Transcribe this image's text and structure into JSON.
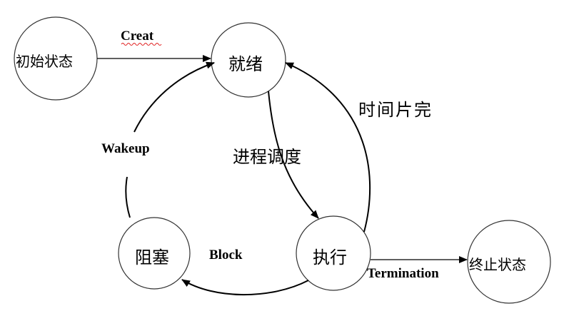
{
  "states": {
    "initial": "初始状态",
    "ready": "就绪",
    "blocked": "阻塞",
    "running": "执行",
    "terminated": "终止状态"
  },
  "transitions": {
    "create": "Creat",
    "schedule": "进程调度",
    "timeslice": "时间片完",
    "wakeup": "Wakeup",
    "block": "Block",
    "termination": "Termination"
  }
}
